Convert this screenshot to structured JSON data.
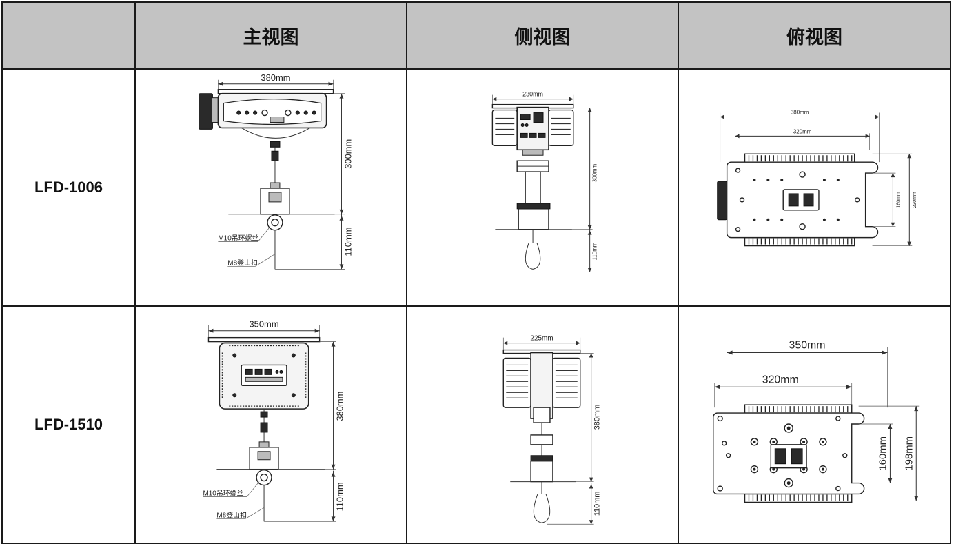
{
  "header": {
    "empty_cell": "",
    "col_front": "主视图",
    "col_side": "侧视图",
    "col_top": "俯视图"
  },
  "rows": [
    {
      "model": "LFD-1006",
      "front": {
        "width": "380mm",
        "height": "300mm",
        "hook_length": "110mm",
        "label_eyebolt": "M10吊环螺丝",
        "label_carabiner": "M8登山扣"
      },
      "side": {
        "width": "230mm",
        "height": "300mm",
        "hook_length": "110mm"
      },
      "top": {
        "outer_width": "380mm",
        "inner_width": "320mm",
        "inner_height": "160mm",
        "outer_height": "230mm"
      }
    },
    {
      "model": "LFD-1510",
      "front": {
        "width": "350mm",
        "height": "380mm",
        "hook_length": "110mm",
        "label_eyebolt": "M10吊环螺丝",
        "label_carabiner": "M8登山扣"
      },
      "side": {
        "width": "225mm",
        "height": "380mm",
        "hook_length": "110mm"
      },
      "top": {
        "outer_width": "350mm",
        "inner_width": "320mm",
        "inner_height": "160mm",
        "outer_height": "198mm"
      }
    }
  ]
}
